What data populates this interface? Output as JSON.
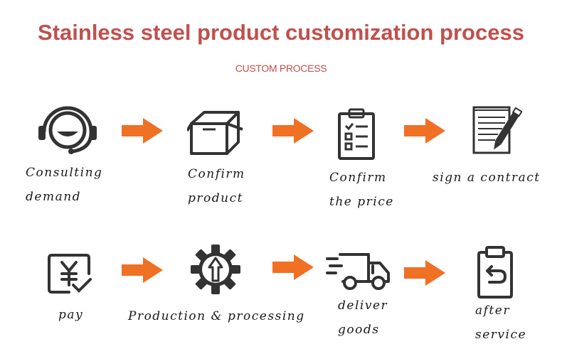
{
  "title": "Stainless steel product customization process",
  "subtitle": "CUSTOM PROCESS",
  "colors": {
    "title": "#c0504d",
    "arrow": "#f07024",
    "icon": "#333333"
  },
  "steps": [
    {
      "icon": "headset-icon",
      "label": "Consulting\ndemand"
    },
    {
      "icon": "box-icon",
      "label": "Confirm\nproduct"
    },
    {
      "icon": "checklist-icon",
      "label": "Confirm\nthe price"
    },
    {
      "icon": "contract-pen-icon",
      "label": "sign a contract"
    },
    {
      "icon": "yuan-payment-icon",
      "label": "pay"
    },
    {
      "icon": "gear-icon",
      "label": "Production & processing"
    },
    {
      "icon": "truck-icon",
      "label": "deliver\ngoods"
    },
    {
      "icon": "return-clipboard-icon",
      "label": "after\nservice"
    }
  ]
}
